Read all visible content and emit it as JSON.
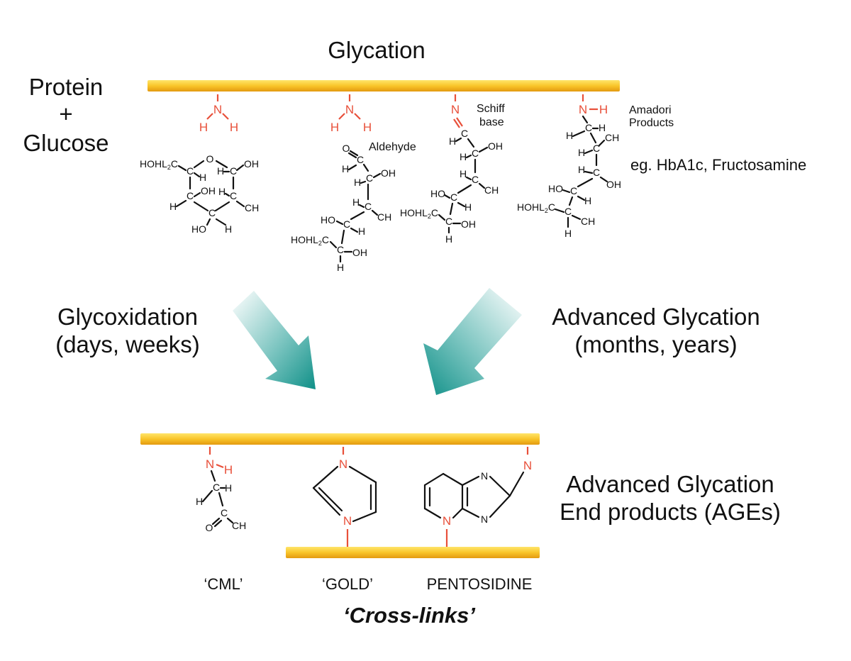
{
  "title": "Glycation",
  "reactants": {
    "line1": "Protein",
    "line2": "+",
    "line3": "Glucose"
  },
  "top_labels": {
    "aldehyde": "Aldehyde",
    "schiff_1": "Schiff",
    "schiff_2": "base",
    "amadori_1": "Amadori",
    "amadori_2": "Products",
    "examples": "eg. HbA1c, Fructosamine"
  },
  "pathways": {
    "left_1": "Glycoxidation",
    "left_2": "(days, weeks)",
    "right_1": "Advanced Glycation",
    "right_2": "(months, years)"
  },
  "ages": {
    "line1": "Advanced Glycation",
    "line2": "End products (AGEs)"
  },
  "products": {
    "cml": "‘CML’",
    "gold": "‘GOLD’",
    "pentosidine": "PENTOSIDINE"
  },
  "crosslinks": "‘Cross-links’",
  "atoms": {
    "N": "N",
    "H": "H",
    "C": "C",
    "O": "O",
    "OH": "OH",
    "HO": "HO",
    "CH": "CH",
    "HOHL": "HOHL",
    "sub2": "2"
  },
  "colors": {
    "bar_gold": "#f2b21c",
    "bar_light": "#ffe56a",
    "arrow_teal": "#12968e",
    "nitrogen_red": "#e8503a",
    "text": "#111111"
  }
}
